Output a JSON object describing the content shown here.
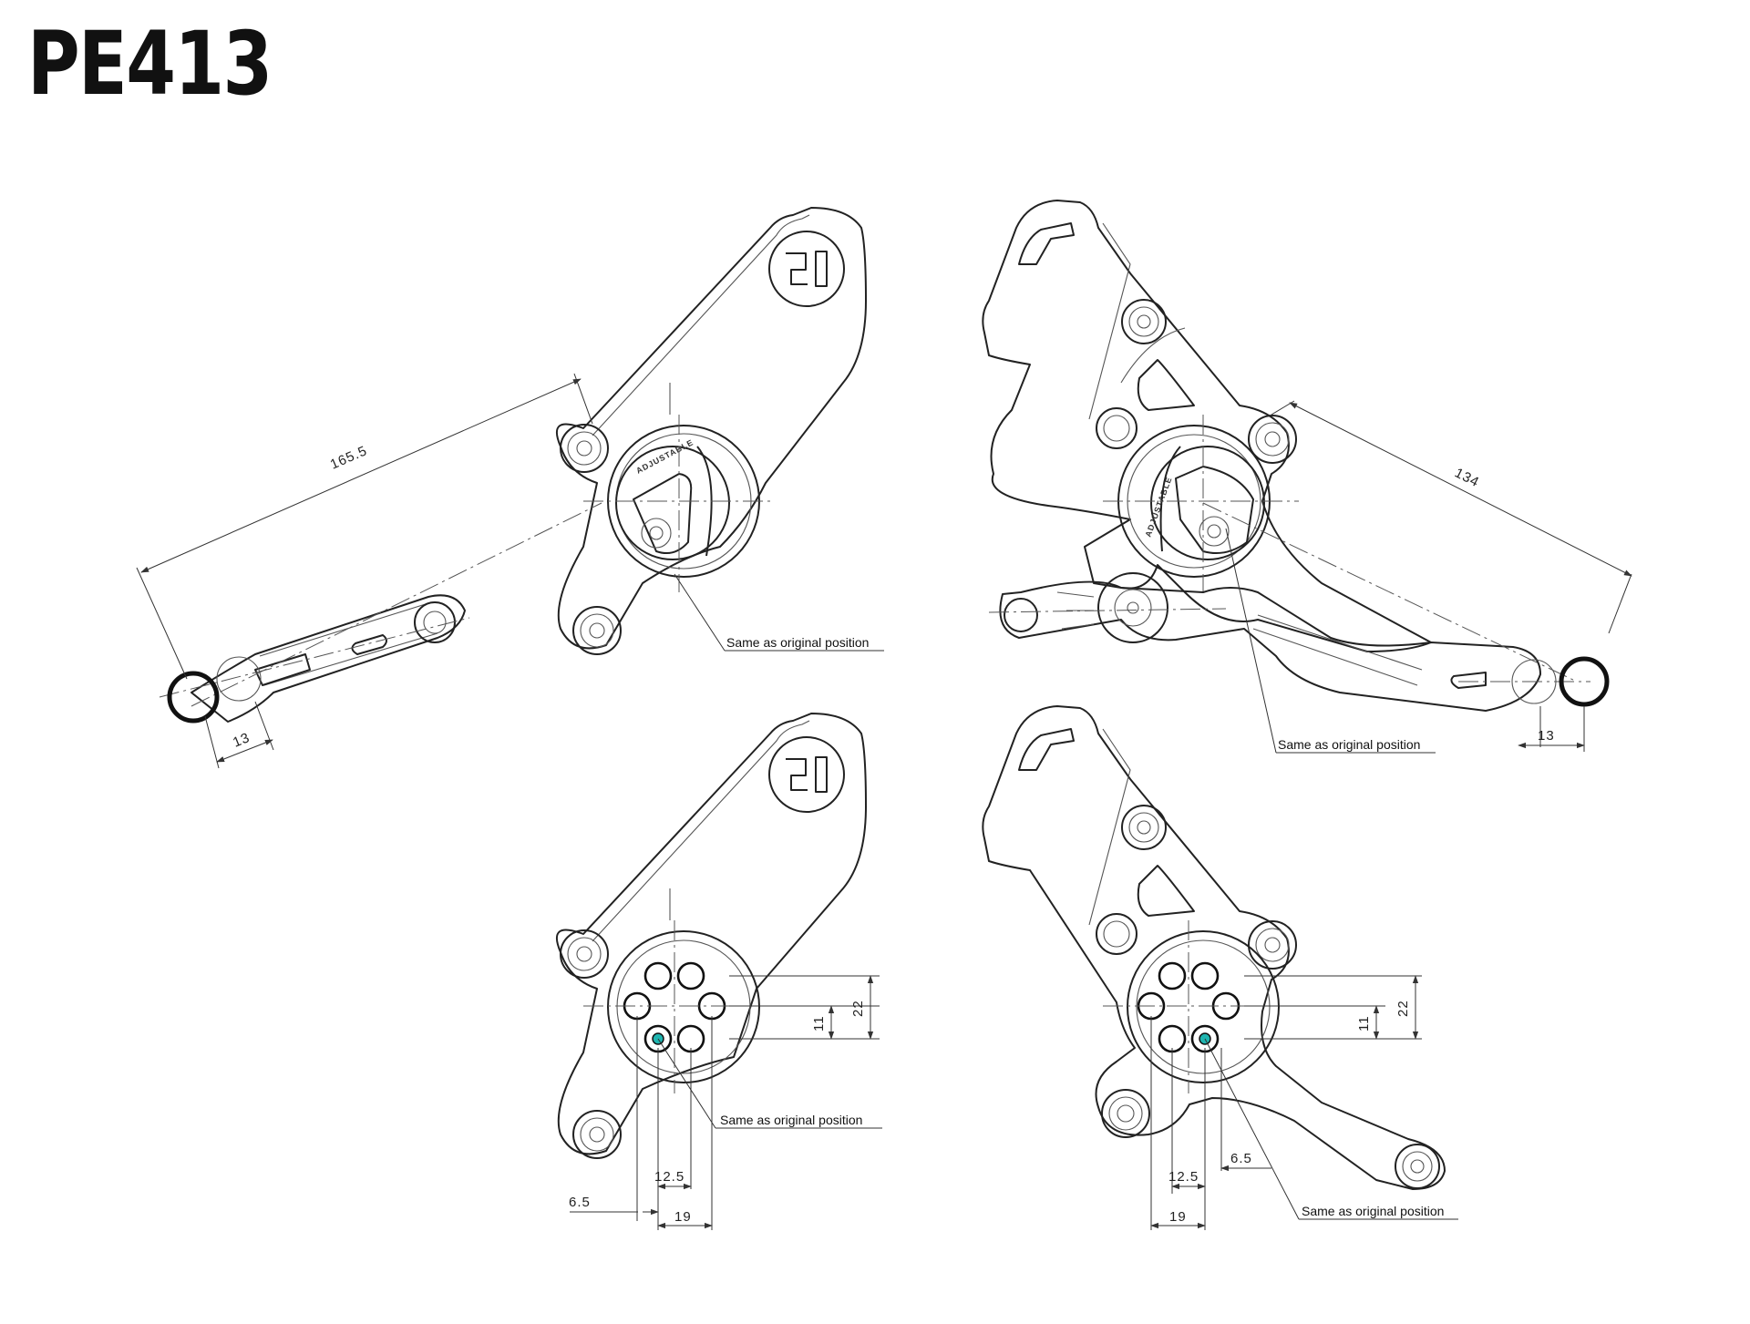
{
  "title": "PE413",
  "note_label": "Same as original position",
  "ring_label": "ADJUSTABLE",
  "dims": {
    "reach_left": "165.5",
    "reach_right": "134",
    "peg_left": "13",
    "peg_right": "13",
    "pos_22": "22",
    "pos_11": "11",
    "pos_12_5": "12.5",
    "pos_6_5": "6.5",
    "pos_19": "19"
  },
  "colors": {
    "line": "#222222",
    "marker": "#1fb5b0"
  }
}
